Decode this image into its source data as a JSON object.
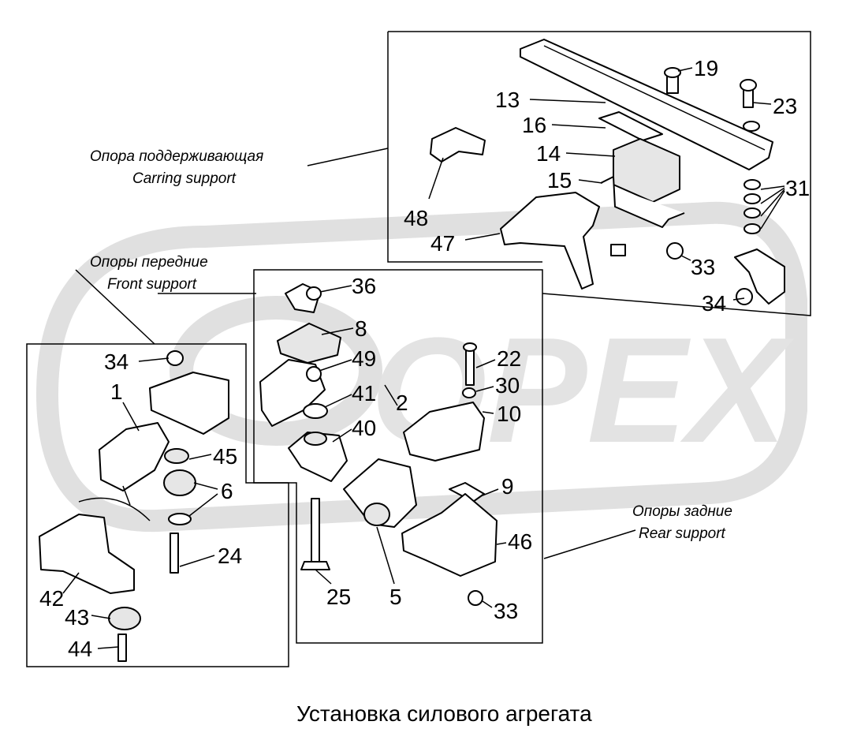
{
  "watermark": {
    "text": "OPEX",
    "color": "#d9d9d9"
  },
  "title": "Установка силового агрегата",
  "captions": {
    "carrying_ru": "Опора поддерживающая",
    "carrying_en": "Carring support",
    "front_ru": "Опоры передние",
    "front_en": "Front support",
    "rear_ru": "Опоры задние",
    "rear_en": "Rear support"
  },
  "labels": {
    "n19": "19",
    "n13": "13",
    "n23": "23",
    "n16": "16",
    "n14": "14",
    "n15": "15",
    "n31": "31",
    "n48": "48",
    "n47": "47",
    "n33a": "33",
    "n34a": "34",
    "n36": "36",
    "n8": "8",
    "n49": "49",
    "n41": "41",
    "n2": "2",
    "n40": "40",
    "n22": "22",
    "n30": "30",
    "n10": "10",
    "n34b": "34",
    "n1": "1",
    "n45": "45",
    "n6": "6",
    "n9": "9",
    "n46": "46",
    "n24": "24",
    "n42": "42",
    "n43": "43",
    "n44": "44",
    "n25": "25",
    "n5": "5",
    "n33b": "33"
  }
}
